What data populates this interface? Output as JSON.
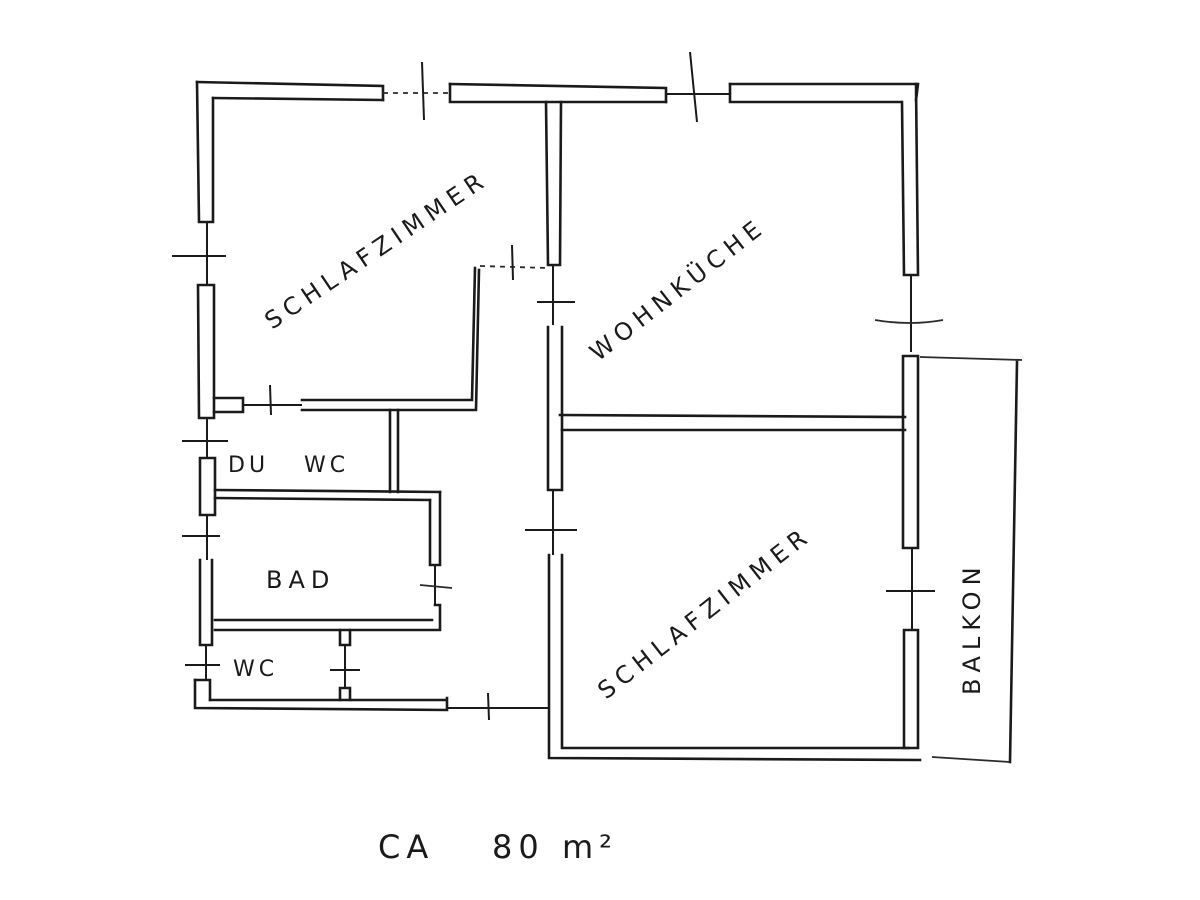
{
  "plan": {
    "rooms": [
      {
        "id": "bedroom-1",
        "label": "SCHLAFZIMMER"
      },
      {
        "id": "living-kitchen",
        "label": "WOHNKÜCHE"
      },
      {
        "id": "shower-wc",
        "label_du": "DU",
        "label_wc": "WC"
      },
      {
        "id": "bathroom",
        "label": "BAD"
      },
      {
        "id": "wc",
        "label": "WC"
      },
      {
        "id": "bedroom-2",
        "label": "SCHLAFZIMMER"
      },
      {
        "id": "balcony",
        "label": "BALKON"
      }
    ],
    "area": {
      "prefix": "CA",
      "value": "80",
      "unit": "m²"
    },
    "colors": {
      "ink": "#1a1a1a",
      "paper": "#ffffff"
    }
  }
}
